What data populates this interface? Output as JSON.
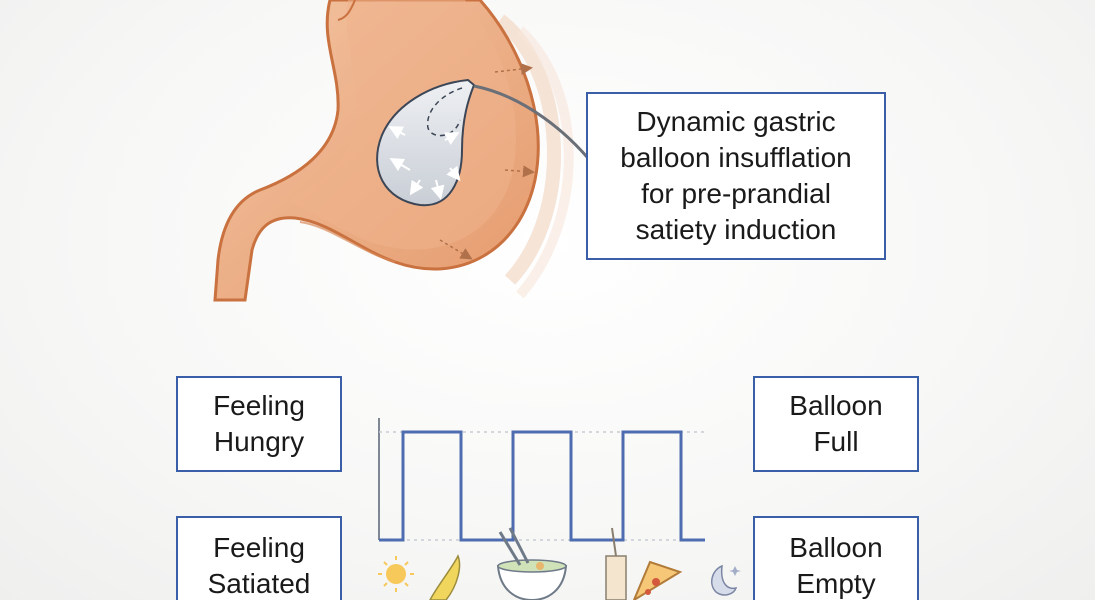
{
  "callout": {
    "lines": [
      "Dynamic gastric",
      "balloon insufflation",
      "for pre-prandial",
      "satiety induction"
    ]
  },
  "labels": {
    "hungry": [
      "Feeling",
      "Hungry"
    ],
    "satiated": [
      "Feeling",
      "Satiated"
    ],
    "full": [
      "Balloon",
      "Full"
    ],
    "empty": [
      "Balloon",
      "Empty"
    ]
  },
  "waveform": {
    "pulses": 3,
    "states": [
      "empty",
      "full",
      "empty",
      "full",
      "empty",
      "full",
      "empty"
    ]
  },
  "icons": [
    "sun-icon",
    "banana-icon",
    "noodle-bowl-icon",
    "drink-icon",
    "pizza-icon",
    "moon-icon"
  ],
  "colors": {
    "accent": "#3a5fa8",
    "stomach": "#e8a87c",
    "stomach_outline": "#c9713f",
    "balloon": "#d9dde3"
  }
}
